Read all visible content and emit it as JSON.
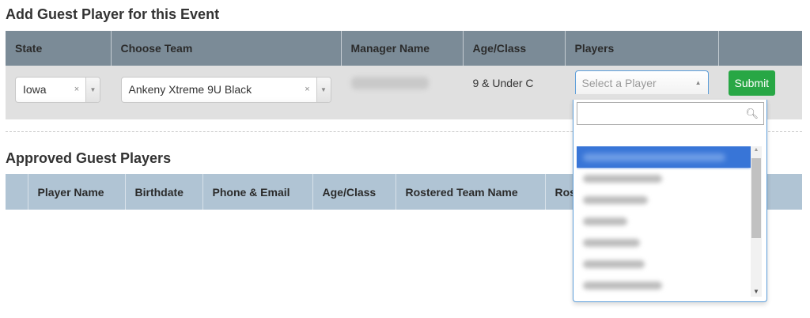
{
  "add_section": {
    "title": "Add Guest Player for this Event",
    "columns": [
      "State",
      "Choose Team",
      "Manager Name",
      "Age/Class",
      "Players",
      ""
    ],
    "state": {
      "value": "Iowa",
      "clear_icon": "×",
      "arrow_icon": "▼"
    },
    "team": {
      "value": "Ankeny Xtreme 9U Black",
      "clear_icon": "×",
      "arrow_icon": "▼"
    },
    "manager_name": "[blurred]",
    "age_class": "9 & Under C",
    "players": {
      "placeholder": "Select a Player",
      "arrow_icon": "▲"
    },
    "submit_label": "Submit"
  },
  "player_dropdown": {
    "search_placeholder": "",
    "search_icon": "🔍",
    "results": [
      {
        "label": "[blurred]",
        "highlighted": true,
        "width": 180
      },
      {
        "label": "[blurred]",
        "highlighted": false,
        "width": 100
      },
      {
        "label": "[blurred]",
        "highlighted": false,
        "width": 82
      },
      {
        "label": "[blurred]",
        "highlighted": false,
        "width": 56
      },
      {
        "label": "[blurred]",
        "highlighted": false,
        "width": 72
      },
      {
        "label": "[blurred]",
        "highlighted": false,
        "width": 78
      },
      {
        "label": "[blurred]",
        "highlighted": false,
        "width": 100
      }
    ],
    "scroll_up_icon": "▲",
    "scroll_down_icon": "▼"
  },
  "approved_section": {
    "title": "Approved Guest Players",
    "columns": [
      "",
      "Player Name",
      "Birthdate",
      "Phone & Email",
      "Age/Class",
      "Rostered Team Name",
      "Ros",
      ""
    ]
  },
  "colors": {
    "add_header_bg": "#7b8b97",
    "add_row_bg": "#e0e0e0",
    "approved_header_bg": "#b0c4d4",
    "submit_bg": "#28a745",
    "highlight": "#3875d7",
    "focus_border": "#5b9dd9"
  }
}
